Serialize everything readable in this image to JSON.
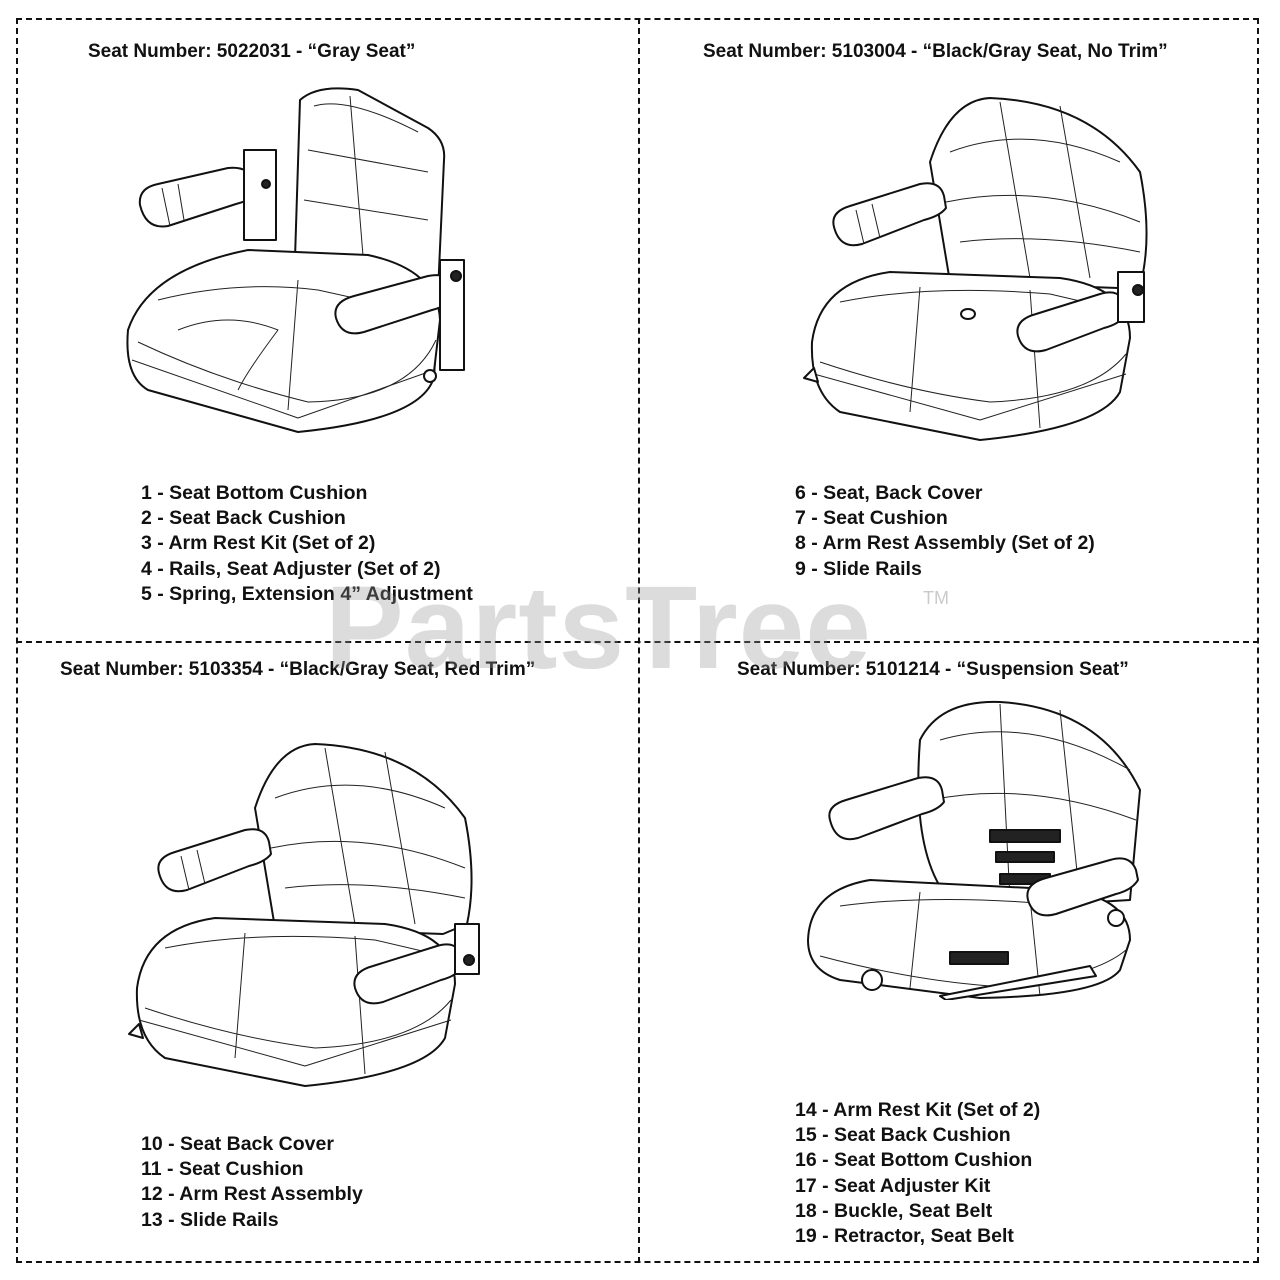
{
  "panels": [
    {
      "title": "Seat Number: 5022031 - “Gray Seat”",
      "parts": [
        "1 - Seat Bottom Cushion",
        "2 - Seat Back Cushion",
        "3 - Arm Rest Kit (Set of 2)",
        "4 - Rails, Seat Adjuster (Set of 2)",
        "5 - Spring, Extension 4” Adjustment"
      ]
    },
    {
      "title": "Seat Number: 5103004 - “Black/Gray Seat, No Trim”",
      "parts": [
        "6 - Seat, Back Cover",
        "7 - Seat Cushion",
        "8 - Arm Rest Assembly (Set of 2)",
        "9 - Slide Rails"
      ]
    },
    {
      "title": "Seat Number: 5103354 - “Black/Gray Seat, Red Trim”",
      "parts": [
        "10 - Seat Back Cover",
        "11 - Seat Cushion",
        "12 - Arm Rest Assembly",
        "13 - Slide Rails"
      ]
    },
    {
      "title": "Seat Number: 5101214 - “Suspension Seat”",
      "parts": [
        "14 - Arm Rest Kit (Set of 2)",
        "15 - Seat Back Cushion",
        "16 - Seat Bottom Cushion",
        "17 - Seat Adjuster Kit",
        "18 - Buckle, Seat Belt",
        "19 - Retractor, Seat Belt"
      ]
    }
  ],
  "watermark": {
    "text": "PartsTree",
    "tm": "TM"
  }
}
